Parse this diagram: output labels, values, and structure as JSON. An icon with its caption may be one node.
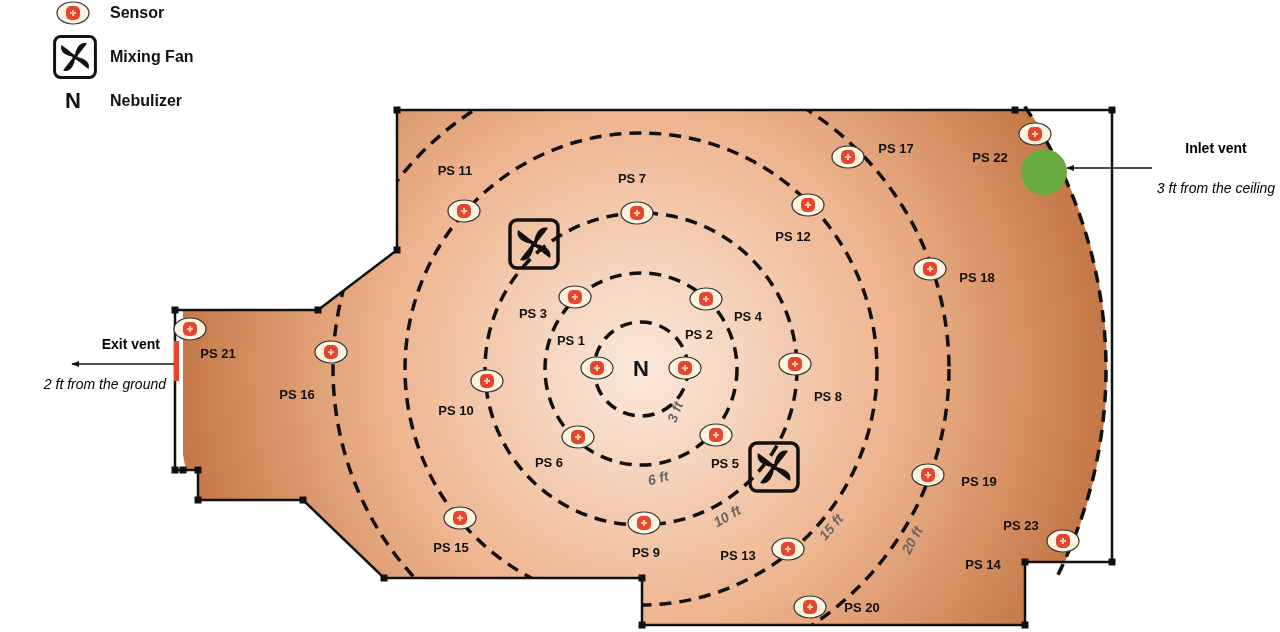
{
  "diagram": {
    "nodes": [
      {
        "text": [],
        "shape": "circle"
      },
      {
        "text": [],
        "shape": "bar"
      },
      {
        "text": [
          "Inlet vent",
          "3 ft from the ceiling"
        ]
      },
      {
        "text": [
          "Exit vent",
          "2 ft from the ground"
        ]
      }
    ],
    "edges": [
      {
        "from": 2,
        "to": 0,
        "arrow": "to"
      },
      {
        "from": 1,
        "to": 3,
        "arrow": "to"
      }
    ],
    "labels": [
      "N",
      "PS 17",
      "PS 22",
      "PS 11",
      "PS 7",
      "PS 12",
      "PS 18",
      "PS 3",
      "PS 4",
      "PS 2",
      "PS 1",
      "PS 21",
      "N",
      "PS 16",
      "PS 8",
      "PS 10",
      "3 ft",
      "PS 6",
      "PS 5",
      "6 ft",
      "PS 19",
      "10 ft",
      "15 ft",
      "PS 23",
      "20 ft",
      "PS 15",
      "PS 9",
      "PS 13",
      "PS 14",
      "PS 20"
    ],
    "legend": [
      {
        "text": "Sensor"
      },
      {
        "text": "Mixing Fan"
      },
      {
        "text": "Nebulizer"
      }
    ]
  }
}
